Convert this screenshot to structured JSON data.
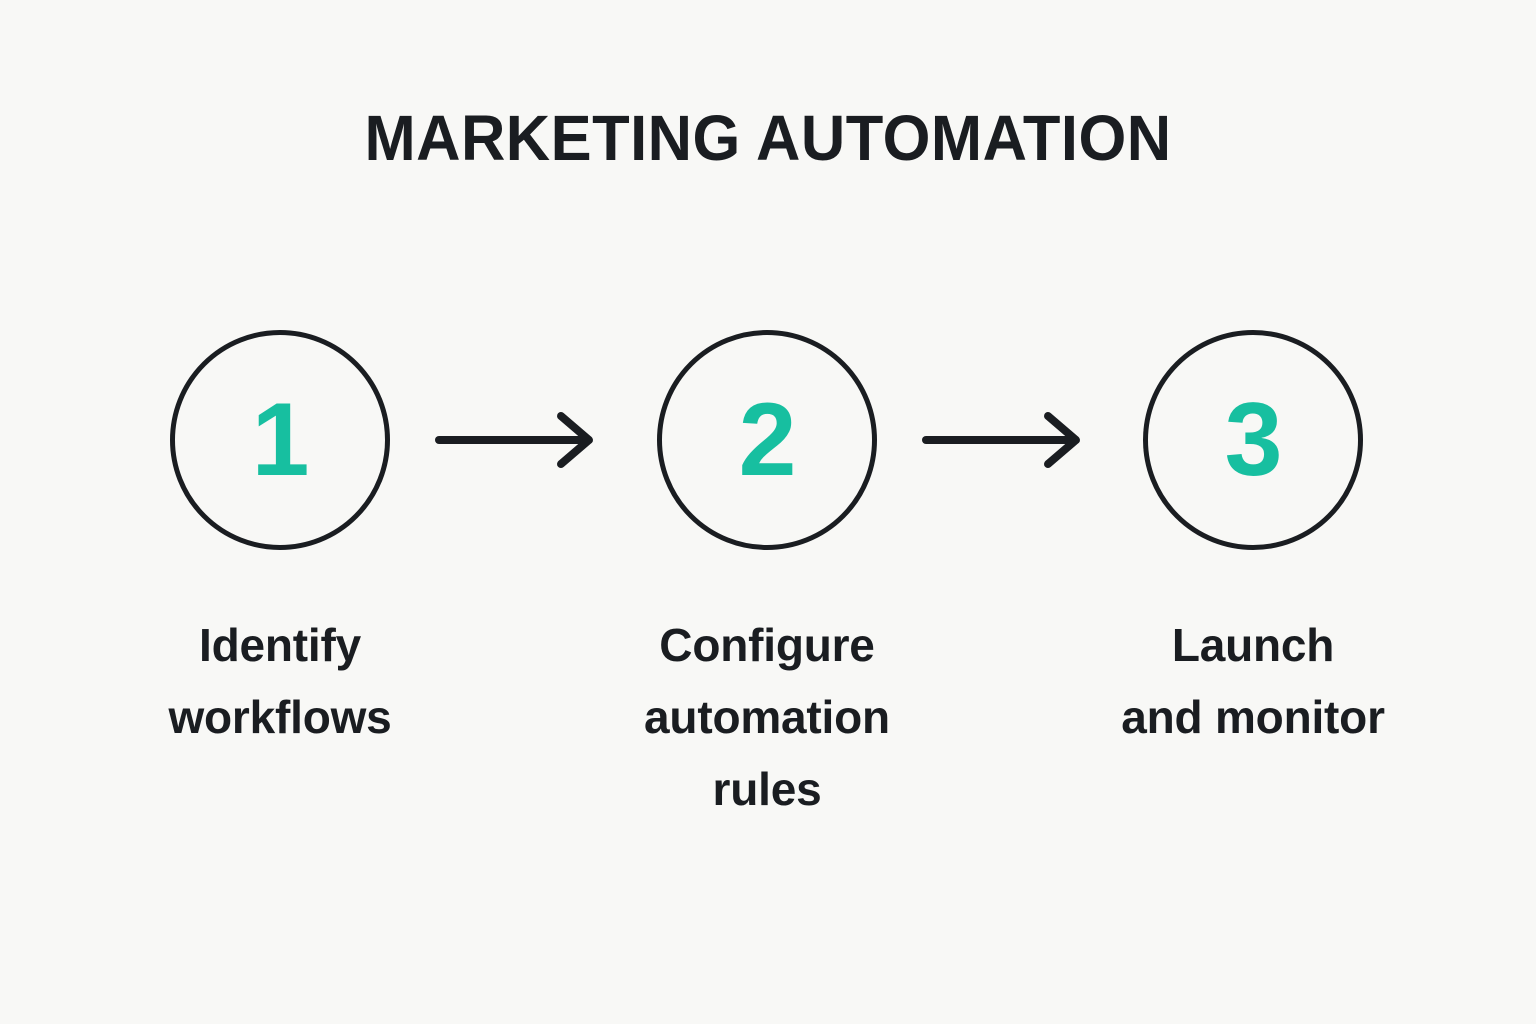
{
  "page": {
    "title": "MARKETING AUTOMATION",
    "background_color": "#F8F8F6",
    "text_color": "#1A1D21",
    "accent_color": "#17BFA0"
  },
  "process": {
    "steps": [
      {
        "number": "1",
        "label": "Identify\nworkflows",
        "number_color": "#17BFA0",
        "circle_color": "#1A1D21"
      },
      {
        "number": "2",
        "label": "Configure\nautomation\nrules",
        "number_color": "#17BFA0",
        "circle_color": "#1A1D21"
      },
      {
        "number": "3",
        "label": "Launch\nand monitor",
        "number_color": "#17BFA0",
        "circle_color": "#1A1D21"
      }
    ],
    "connectors": [
      {
        "icon": "arrow-right-icon",
        "color": "#1A1D21"
      },
      {
        "icon": "arrow-right-icon",
        "color": "#1A1D21"
      }
    ]
  }
}
